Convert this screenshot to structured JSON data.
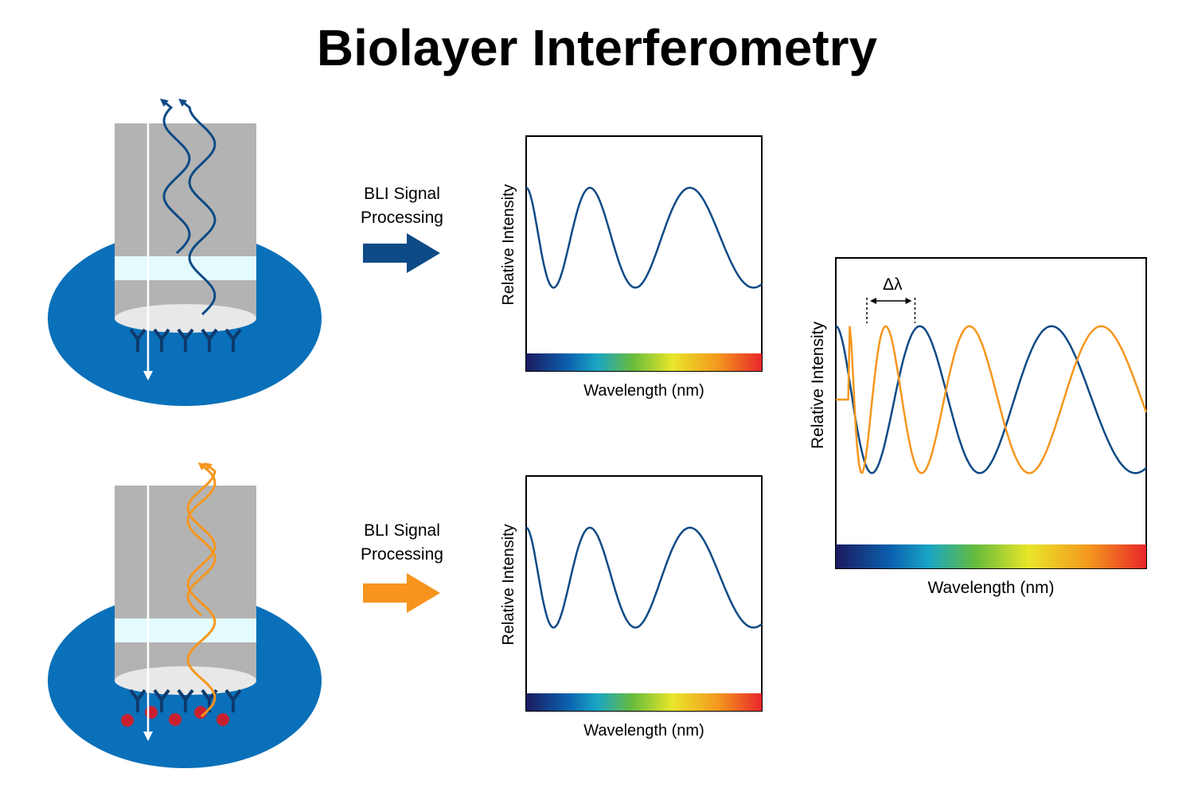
{
  "title": "Biolayer Interferometry",
  "colors": {
    "plate": "#0a70b9",
    "sensor": "#b3b3b3",
    "layer": "#e4fbfd",
    "tip": "#e8e8e8",
    "antibody": "#0e3a6e",
    "analyte": "#c8202f",
    "blue_wave": "#0e4a86",
    "orange_wave": "#f5961e",
    "blue_arrow": "#0d4a86",
    "orange_arrow": "#f7941d"
  },
  "process_top": {
    "line1": "BLI Signal",
    "line2": "Processing"
  },
  "process_bottom": {
    "line1": "BLI Signal",
    "line2": "Processing"
  },
  "chart_data": [
    {
      "type": "line",
      "xlabel": "Wavelength (nm)",
      "ylabel": "Relative Intensity",
      "series": [
        {
          "color": "#0e4a86",
          "phase": 0.0
        }
      ]
    },
    {
      "type": "line",
      "xlabel": "Wavelength (nm)",
      "ylabel": "Relative Intensity",
      "series": [
        {
          "color": "#0e4a86",
          "phase": 0.0
        }
      ]
    },
    {
      "type": "line",
      "xlabel": "Wavelength (nm)",
      "ylabel": "Relative Intensity",
      "shift_label": "Δλ",
      "series": [
        {
          "color": "#0e4a86",
          "phase": 0.0
        },
        {
          "color": "#f5961e",
          "phase": 0.16
        }
      ]
    }
  ]
}
